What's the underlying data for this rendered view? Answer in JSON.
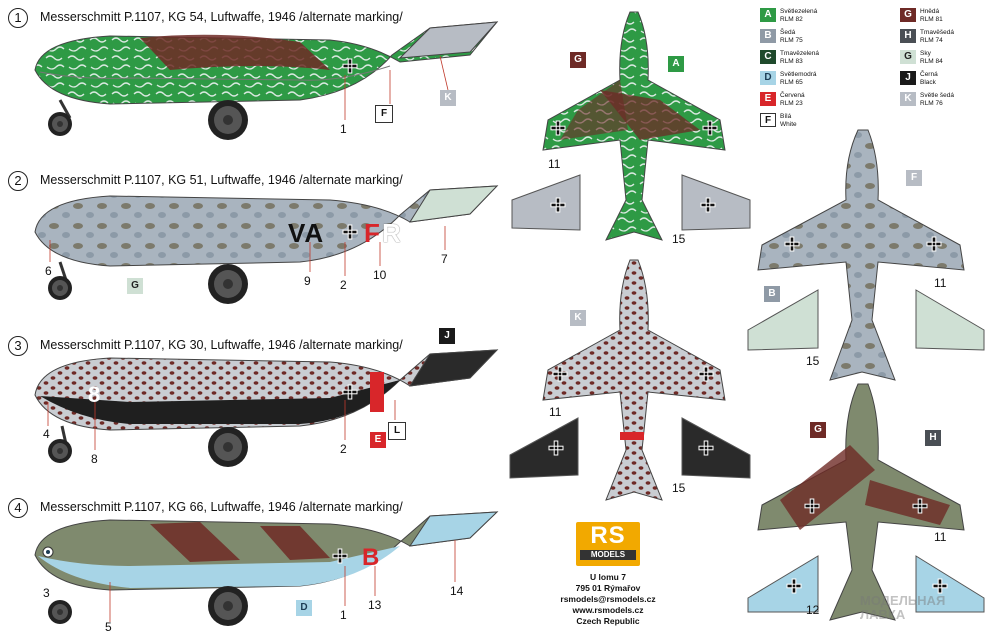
{
  "profiles": [
    {
      "number": "1",
      "title": "Messerschmitt P.1107, KG 54, Luftwaffe, 1946 /alternate marking/"
    },
    {
      "number": "2",
      "title": "Messerschmitt P.1107, KG 51, Luftwaffe, 1946 /alternate marking/"
    },
    {
      "number": "3",
      "title": "Messerschmitt P.1107, KG 30, Luftwaffe, 1946 /alternate marking/"
    },
    {
      "number": "4",
      "title": "Messerschmitt P.1107, KG 66, Luftwaffe, 1946 /alternate marking/"
    }
  ],
  "callouts": {
    "p1": {
      "c1": "1",
      "F": "F",
      "K": "K"
    },
    "p2": {
      "c6": "6",
      "G": "G",
      "c9": "9",
      "c2": "2",
      "c10": "10",
      "c7": "7",
      "code_left": "VA",
      "code_right_1": "F",
      "code_right_2": "R"
    },
    "p3": {
      "J": "J",
      "c4": "4",
      "c8": "8",
      "c2": "2",
      "E": "E",
      "L": "L",
      "nose_num": "8"
    },
    "p4": {
      "c3": "3",
      "c5": "5",
      "D": "D",
      "c1": "1",
      "c13": "13",
      "c14": "14",
      "letter": "B"
    },
    "top1": {
      "G": "G",
      "A": "A",
      "c11": "11",
      "c15": "15"
    },
    "top2": {
      "K": "K",
      "c11": "11",
      "c15": "15"
    },
    "top3": {
      "F": "F",
      "B": "B",
      "c11": "11",
      "c15": "15"
    },
    "top4": {
      "G": "G",
      "H": "H",
      "c11": "11",
      "c12": "12"
    }
  },
  "legend": [
    {
      "code": "A",
      "line1": "Světlezelená",
      "line2": "RLM 82",
      "bg": "#2e9a45",
      "fg": "#ffffff"
    },
    {
      "code": "B",
      "line1": "Šedá",
      "line2": "RLM 75",
      "bg": "#8f9aa6",
      "fg": "#ffffff"
    },
    {
      "code": "C",
      "line1": "Tmavězelená",
      "line2": "RLM 83",
      "bg": "#1f4a2c",
      "fg": "#ffffff"
    },
    {
      "code": "D",
      "line1": "Světlemodrá",
      "line2": "RLM 65",
      "bg": "#a7d4e6",
      "fg": "#1d3d55"
    },
    {
      "code": "E",
      "line1": "Červená",
      "line2": "RLM 23",
      "bg": "#d8262a",
      "fg": "#ffffff"
    },
    {
      "code": "F",
      "line1": "Bílá",
      "line2": "White",
      "bg": "#ffffff",
      "fg": "#111111"
    },
    {
      "code": "G",
      "line1": "Hnědá",
      "line2": "RLM 81",
      "bg": "#6e2a26",
      "fg": "#ffffff"
    },
    {
      "code": "H",
      "line1": "Tmavěšedá",
      "line2": "RLM 74",
      "bg": "#4a4f55",
      "fg": "#ffffff"
    },
    {
      "code": "G",
      "line1": "Sky",
      "line2": "RLM 84",
      "bg": "#cfe0d4",
      "fg": "#222222"
    },
    {
      "code": "J",
      "line1": "Černá",
      "line2": "Black",
      "bg": "#1a1a1a",
      "fg": "#ffffff"
    },
    {
      "code": "K",
      "line1": "Světle šedá",
      "line2": "RLM 76",
      "bg": "#b7bcc4",
      "fg": "#ffffff"
    }
  ],
  "brand": {
    "line1": "RS",
    "line2": "MODELS",
    "color": "#f2a900"
  },
  "address": [
    "U lomu 7",
    "795 01 Rýmařov",
    "rsmodels@rsmodels.cz",
    "www.rsmodels.cz",
    "Czech Republic"
  ],
  "watermark": "МОДЕЛЬНАЯ ЛАВКА"
}
